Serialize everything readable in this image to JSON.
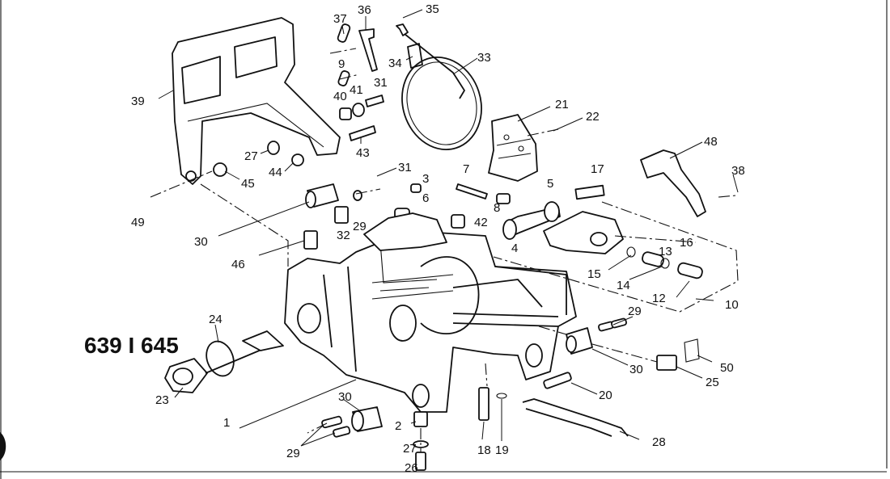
{
  "diagram": {
    "code": "639 I 645",
    "labels": [
      {
        "id": "p37",
        "text": "37"
      },
      {
        "id": "p36",
        "text": "36"
      },
      {
        "id": "p35",
        "text": "35"
      },
      {
        "id": "p34",
        "text": "34"
      },
      {
        "id": "p33",
        "text": "33"
      },
      {
        "id": "p9",
        "text": "9"
      },
      {
        "id": "p39",
        "text": "39"
      },
      {
        "id": "p40",
        "text": "40"
      },
      {
        "id": "p41",
        "text": "41"
      },
      {
        "id": "p31a",
        "text": "31"
      },
      {
        "id": "p21",
        "text": "21"
      },
      {
        "id": "p22",
        "text": "22"
      },
      {
        "id": "p27a",
        "text": "27"
      },
      {
        "id": "p43",
        "text": "43"
      },
      {
        "id": "p44",
        "text": "44"
      },
      {
        "id": "p45",
        "text": "45"
      },
      {
        "id": "p48",
        "text": "48"
      },
      {
        "id": "p31b",
        "text": "31"
      },
      {
        "id": "p3",
        "text": "3"
      },
      {
        "id": "p7",
        "text": "7"
      },
      {
        "id": "p17",
        "text": "17"
      },
      {
        "id": "p38",
        "text": "38"
      },
      {
        "id": "p5",
        "text": "5"
      },
      {
        "id": "p49",
        "text": "49"
      },
      {
        "id": "p6",
        "text": "6"
      },
      {
        "id": "p8",
        "text": "8"
      },
      {
        "id": "p42",
        "text": "42"
      },
      {
        "id": "p29a",
        "text": "29"
      },
      {
        "id": "p32",
        "text": "32"
      },
      {
        "id": "p30a",
        "text": "30"
      },
      {
        "id": "p4",
        "text": "4"
      },
      {
        "id": "p16",
        "text": "16"
      },
      {
        "id": "p13",
        "text": "13"
      },
      {
        "id": "p46",
        "text": "46"
      },
      {
        "id": "p15",
        "text": "15"
      },
      {
        "id": "p14",
        "text": "14"
      },
      {
        "id": "p12",
        "text": "12"
      },
      {
        "id": "p10",
        "text": "10"
      },
      {
        "id": "p24",
        "text": "24"
      },
      {
        "id": "p29b",
        "text": "29"
      },
      {
        "id": "p30b",
        "text": "30"
      },
      {
        "id": "p50",
        "text": "50"
      },
      {
        "id": "p25",
        "text": "25"
      },
      {
        "id": "p23",
        "text": "23"
      },
      {
        "id": "p20",
        "text": "20"
      },
      {
        "id": "p30c",
        "text": "30"
      },
      {
        "id": "p1",
        "text": "1"
      },
      {
        "id": "p2",
        "text": "2"
      },
      {
        "id": "p28",
        "text": "28"
      },
      {
        "id": "p27b",
        "text": "27"
      },
      {
        "id": "p29c",
        "text": "29"
      },
      {
        "id": "p18",
        "text": "18"
      },
      {
        "id": "p19",
        "text": "19"
      },
      {
        "id": "p26",
        "text": "26"
      }
    ]
  }
}
